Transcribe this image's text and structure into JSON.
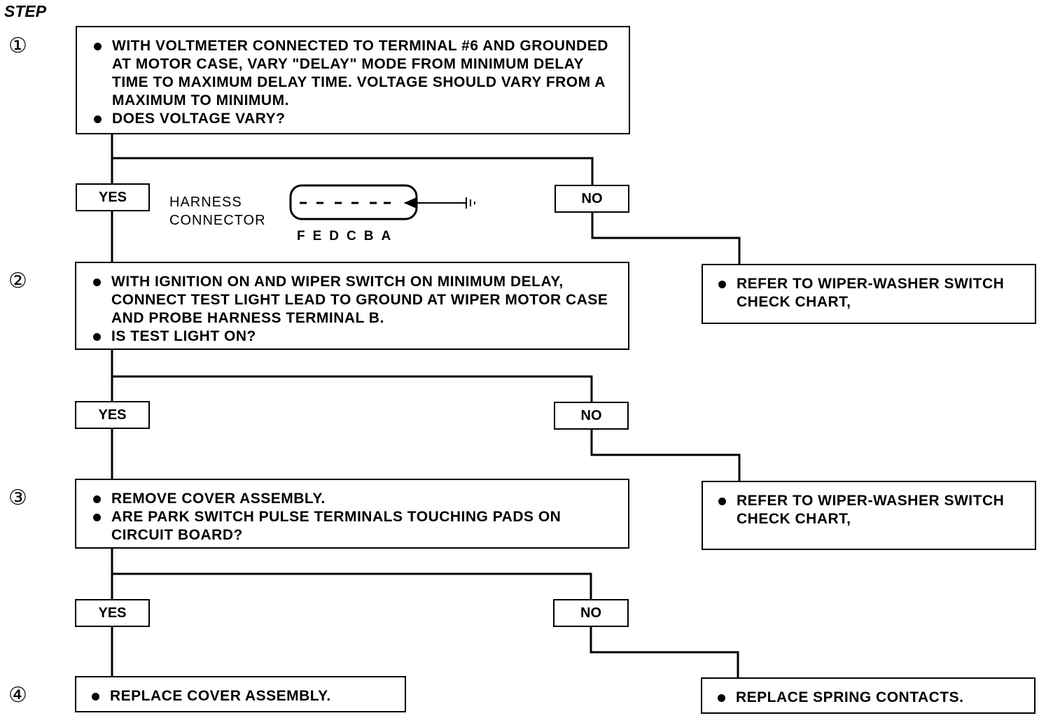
{
  "header": {
    "label": "STEP"
  },
  "steps": [
    {
      "num": "①"
    },
    {
      "num": "②"
    },
    {
      "num": "③"
    },
    {
      "num": "④"
    }
  ],
  "step1": {
    "lines": [
      "WITH VOLTMETER CONNECTED TO TERMINAL #6 AND GROUNDED AT MOTOR CASE, VARY \"DELAY\" MODE FROM MINIMUM DELAY TIME TO MAXIMUM DELAY TIME. VOLTAGE SHOULD VARY FROM A MAXIMUM TO MINIMUM.",
      "DOES VOLTAGE VARY?"
    ]
  },
  "step2": {
    "lines": [
      "WITH IGNITION ON AND WIPER SWITCH ON MINIMUM DELAY, CONNECT TEST LIGHT LEAD TO GROUND AT WIPER MOTOR CASE AND PROBE HARNESS TERMINAL B.",
      "IS TEST LIGHT ON?"
    ]
  },
  "step3": {
    "lines": [
      "REMOVE COVER ASSEMBLY.",
      "ARE PARK SWITCH PULSE TERMINALS TOUCHING PADS ON CIRCUIT BOARD?"
    ]
  },
  "step4": {
    "yes_action": "REPLACE COVER ASSEMBLY.",
    "no_action": "REPLACE SPRING CONTACTS."
  },
  "no_actions": {
    "step1": "REFER TO WIPER-WASHER SWITCH CHECK CHART,",
    "step2": "REFER TO WIPER-WASHER SWITCH CHECK CHART,"
  },
  "labels": {
    "yes": "YES",
    "no": "NO"
  },
  "harness": {
    "line1": "HARNESS",
    "line2": "CONNECTOR",
    "pins": "FEDCBA"
  }
}
